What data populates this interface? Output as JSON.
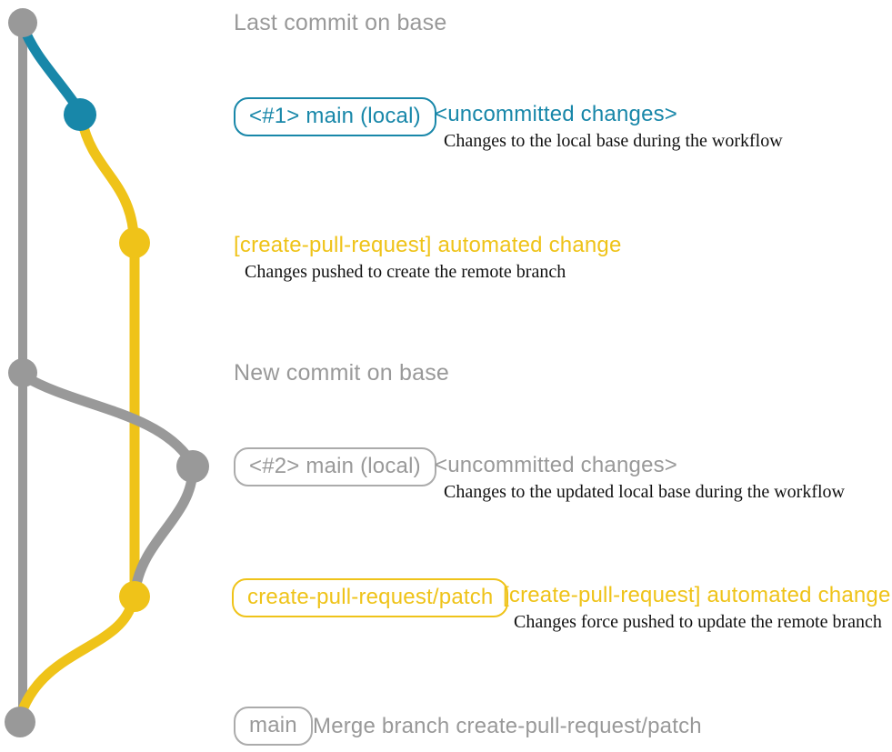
{
  "colors": {
    "gray": "#999999",
    "border_gray": "#ababab",
    "blue": "#1887a9",
    "yellow": "#efc319",
    "black": "#111111"
  },
  "graph": {
    "base_branch_name": "base",
    "node_count": 7,
    "nodes": [
      "last-commit-on-base",
      "local-main-1",
      "automated-change-commit",
      "new-commit-on-base",
      "local-main-2",
      "automated-change-commit-force-pushed",
      "merge-commit"
    ]
  },
  "annotations": {
    "last_commit": "Last commit on base",
    "section1": {
      "badge": "<#1> main (local)",
      "title": "<uncommitted changes>",
      "desc": "Changes to the local base during the workflow"
    },
    "commit1": {
      "title": "[create-pull-request] automated change",
      "desc": "Changes pushed to create the remote branch"
    },
    "new_commit": "New commit on base",
    "section2": {
      "badge": "<#2> main (local)",
      "title": "<uncommitted changes>",
      "desc": "Changes to the updated local base during the workflow"
    },
    "section3": {
      "badge": "create-pull-request/patch",
      "title": "[create-pull-request] automated change",
      "desc": "Changes force pushed to update the remote branch"
    },
    "merge": {
      "badge": "main",
      "title": "Merge branch create-pull-request/patch"
    }
  }
}
